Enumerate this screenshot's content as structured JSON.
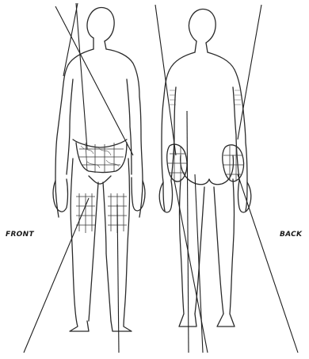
{
  "diagram": {
    "labels": {
      "front": "FRONT",
      "back": "BACK"
    },
    "colors": {
      "ink": "#2a2a2a",
      "background": "#ffffff"
    },
    "regions": [
      "front-abdomen",
      "front-left-thigh",
      "front-right-thigh",
      "back-left-buttock",
      "back-right-buttock",
      "back-upper-arm"
    ]
  }
}
